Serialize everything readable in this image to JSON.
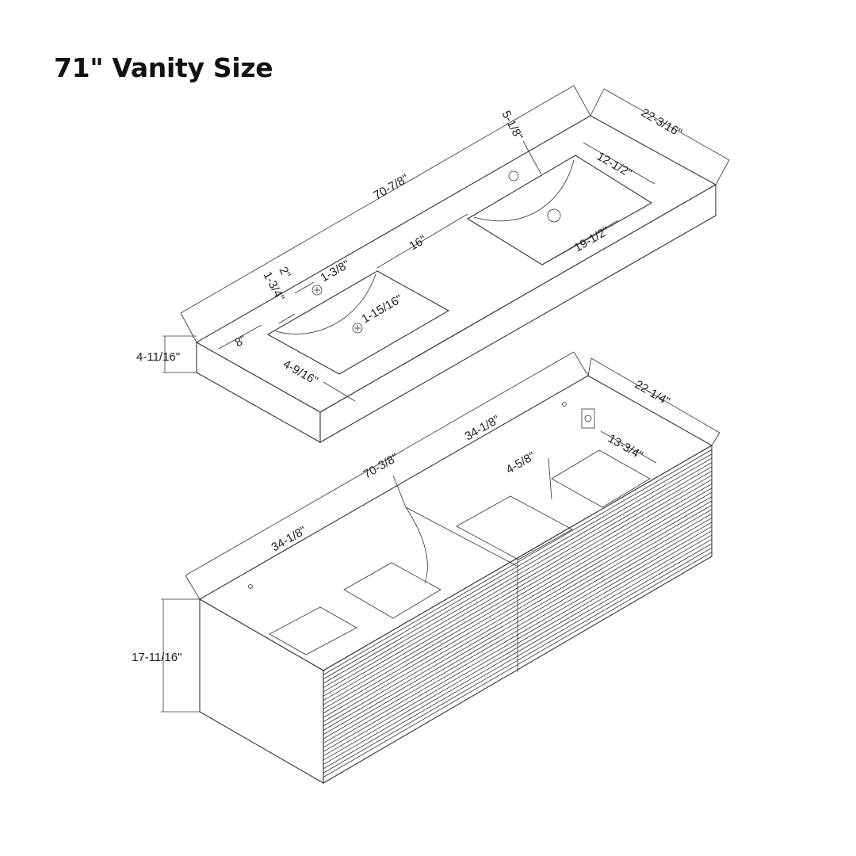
{
  "title": "71\" Vanity Size",
  "top_dims": {
    "overall_length": "70-7/8\"",
    "depth": "22-3/16\"",
    "faucet_offset": "5-1/8\"",
    "basin_width": "12-1/2\"",
    "basin_length": "19-1/2\"",
    "basin_gap": "16\"",
    "faucet_hole": "1-3/8\"",
    "drain_hole": "1-15/16\"",
    "dim_2": "2\"",
    "dim_1_3_4": "1-3/4\"",
    "dim_8": "8\"",
    "dim_4_9_16": "4-9/16\"",
    "thickness": "4-11/16\""
  },
  "cabinet_dims": {
    "depth": "22-1/4\"",
    "overall_length": "70-3/8\"",
    "half_right": "34-1/8\"",
    "half_left": "34-1/8\"",
    "drawer_depth": "13-3/4\"",
    "drawer_height": "4-5/8\"",
    "height": "17-11/16\""
  },
  "colors": {
    "line": "#333333",
    "text": "#222222",
    "background": "#ffffff"
  }
}
